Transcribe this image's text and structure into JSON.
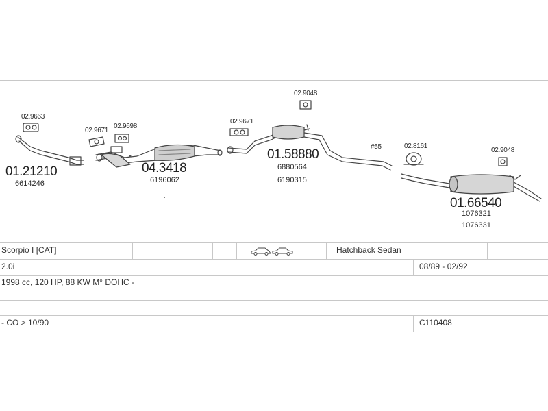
{
  "parts": {
    "p1": {
      "code": "01.21210",
      "ref": "6614246"
    },
    "p2": {
      "code": "04.3418",
      "ref": "6196062"
    },
    "p3": {
      "code": "01.58880",
      "ref1": "6880564",
      "ref2": "6190315"
    },
    "p4": {
      "code": "01.66540",
      "ref1": "1076321",
      "ref2": "1076331"
    }
  },
  "fittings": {
    "f1": "02.9663",
    "f2": "02.9671",
    "f3": "02.9698",
    "f4": "02.9671",
    "f5": "02.9048",
    "f6": "02.8161",
    "f7": "02.9048",
    "f8": "#55"
  },
  "table": {
    "model": "Scorpio I [CAT]",
    "body_types": "Hatchback Sedan",
    "engine": "2.0i",
    "period": "08/89 - 02/92",
    "spec": "1998 cc, 120 HP, 88 KW M° DOHC -",
    "note": "- CO > 10/90",
    "system_code": "C110408"
  }
}
